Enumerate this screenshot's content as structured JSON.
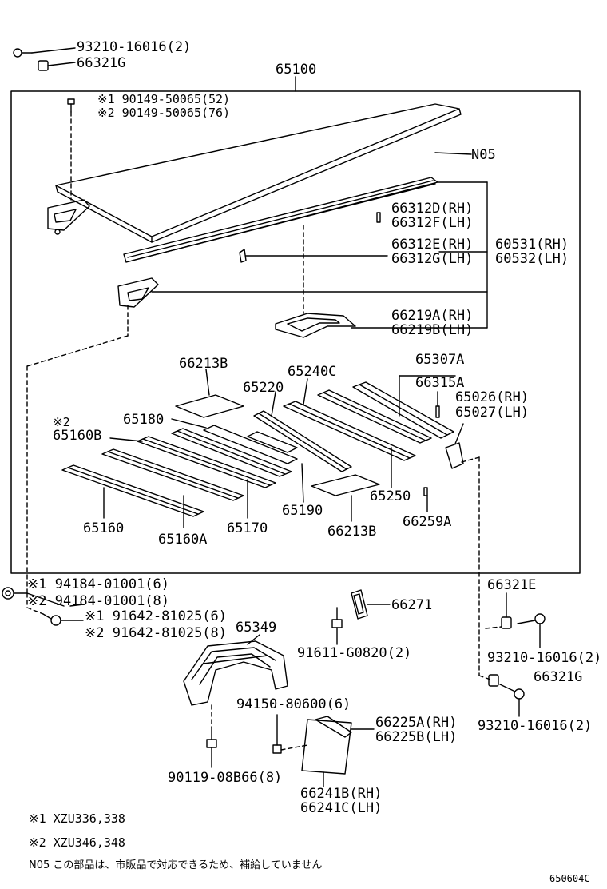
{
  "labels": {
    "l93210_top": "93210-16016(2)",
    "l66321g_top": "66321G",
    "l65100": "65100",
    "l90149_1": "※1 90149-50065(52)",
    "l90149_2": "※2 90149-50065(76)",
    "lN05": "N05",
    "l66312d": "66312D(RH)",
    "l66312f": "66312F(LH)",
    "l66312e": "66312E(RH)",
    "l66312g": "66312G(LH)",
    "l60531": "60531(RH)",
    "l60532": "60532(LH)",
    "l66219a": "66219A(RH)",
    "l66219b": "66219B(LH)",
    "l65307a": "65307A",
    "l66213b_top": "66213B",
    "l65240c": "65240C",
    "l66315a": "66315A",
    "l65220": "65220",
    "l65026": "65026(RH)",
    "l65027": "65027(LH)",
    "l65180": "65180",
    "l65160b_mark": "※2",
    "l65160b": "65160B",
    "l65250": "65250",
    "l65190": "65190",
    "l65160": "65160",
    "l65160a": "65160A",
    "l65170": "65170",
    "l66213b_bot": "66213B",
    "l66259a": "66259A",
    "l66321e": "66321E",
    "l94184_1": "※1 94184-01001(6)",
    "l94184_2": "※2 94184-01001(8)",
    "l91642_1": "※1 91642-81025(6)",
    "l91642_2": "※2 91642-81025(8)",
    "l66271": "66271",
    "l65349": "65349",
    "l91611": "91611-G0820(2)",
    "l93210_right1": "93210-16016(2)",
    "l66321g_right": "66321G",
    "l94150": "94150-80600(6)",
    "l93210_right2": "93210-16016(2)",
    "l66225a": "66225A(RH)",
    "l66225b": "66225B(LH)",
    "l90119": "90119-08B66(8)",
    "l66241b": "66241B(RH)",
    "l66241c": "66241C(LH)"
  },
  "notes": {
    "n1": "※1 XZU336,338",
    "n2": "※2 XZU346,348",
    "n3": "N05 この部品は、市販品で対応できるため、補給していません"
  },
  "reference_code": "650604C"
}
